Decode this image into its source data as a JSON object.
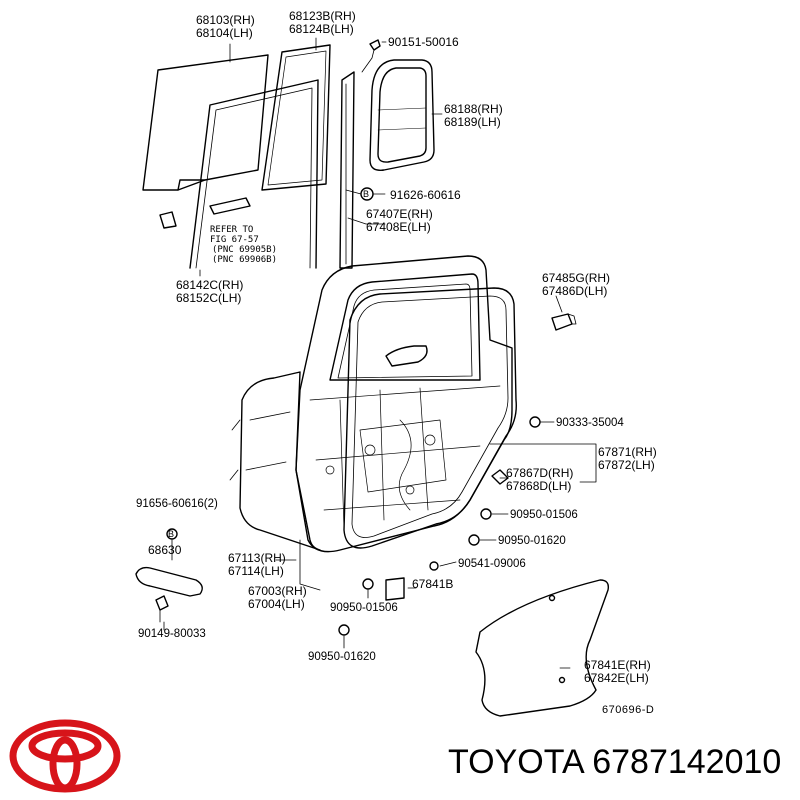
{
  "labels": {
    "p68103": "68103(RH)",
    "p68104": "68104(LH)",
    "p68123B": "68123B(RH)",
    "p68124B": "68124B(LH)",
    "p90151": "90151-50016",
    "p68188": "68188(RH)",
    "p68189": "68189(LH)",
    "p91626": "91626-60616",
    "p67407E": "67407E(RH)",
    "p67408E": "67408E(LH)",
    "p68142C": "68142C(RH)",
    "p68152C": "68152C(LH)",
    "p67485G": "67485G(RH)",
    "p67486D": "67486D(LH)",
    "p90333": "90333-35004",
    "p67871": "67871(RH)",
    "p67872": "67872(LH)",
    "p67867D": "67867D(RH)",
    "p67868D": "67868D(LH)",
    "p90950_1506a": "90950-01506",
    "p90950_1620a": "90950-01620",
    "p90541": "90541-09006",
    "p67841B": "67841B",
    "p90950_1506b": "90950-01506",
    "p90950_1620b": "90950-01620",
    "p91656": "91656-60616(2)",
    "p68630": "68630",
    "p67113": "67113(RH)",
    "p67114": "67114(LH)",
    "p67003": "67003(RH)",
    "p67004": "67004(LH)",
    "p90149": "90149-80033",
    "p67841E": "67841E(RH)",
    "p67842E": "67842E(LH)"
  },
  "refer_note": {
    "line1": "REFER TO",
    "line2": "FIG 67-57",
    "line3": "(PNC 69905B)",
    "line4": "(PNC 69906B)"
  },
  "markers": {
    "bolt_letter": "B"
  },
  "figure_ref": "670696-D",
  "brand_text": "TOYOTA 6787142010",
  "colors": {
    "logo_red": "#d7141a",
    "line": "#000000"
  },
  "icons": {
    "logo": "toyota-logo-icon"
  }
}
